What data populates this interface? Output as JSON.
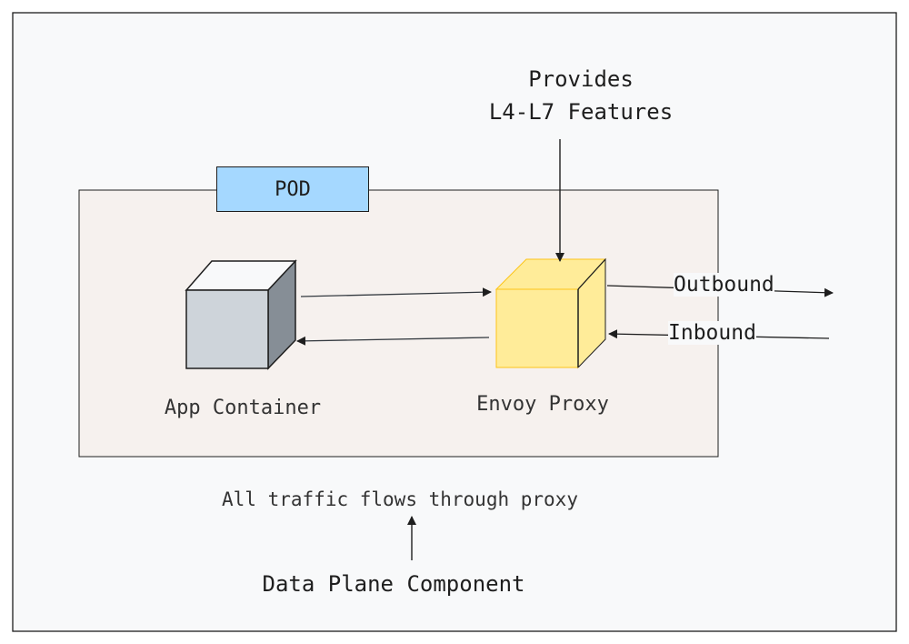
{
  "pod": {
    "label": "POD"
  },
  "app_container": {
    "label": "App Container"
  },
  "envoy_proxy": {
    "label": "Envoy Proxy"
  },
  "features_note": {
    "line1": "Provides",
    "line2": "L4-L7 Features"
  },
  "outbound": {
    "label": "Outbound"
  },
  "inbound": {
    "label": "Inbound"
  },
  "traffic_note": {
    "label": "All traffic flows through proxy"
  },
  "component_note": {
    "label": "Data Plane Component"
  },
  "colors": {
    "outer_bg": "#f8f9fa",
    "pod_bg": "#f6f1ee",
    "pod_tab": "#a5d8ff",
    "app_cube_front": "#ced4da",
    "app_cube_side": "#868e96",
    "app_cube_top": "#f8f9fa",
    "envoy_cube_front": "#ffec99",
    "envoy_cube_side": "#ffec99",
    "stroke": "#1e1e1e"
  }
}
